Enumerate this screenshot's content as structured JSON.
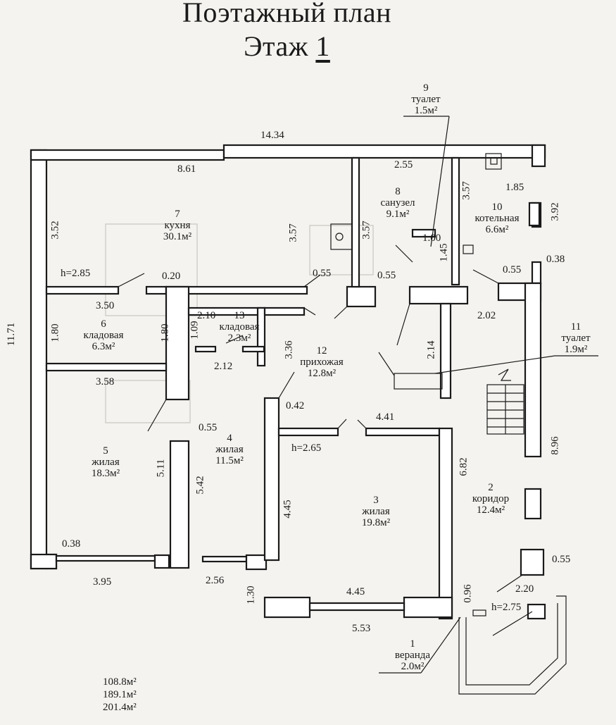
{
  "title": {
    "line1": "Поэтажный план",
    "floor_word": "Этаж",
    "floor_number": "1"
  },
  "rooms": [
    {
      "id": "room-1",
      "number": "1",
      "name": "веранда",
      "area": "2.0м²"
    },
    {
      "id": "room-2",
      "number": "2",
      "name": "коридор",
      "area": "12.4м²"
    },
    {
      "id": "room-3",
      "number": "3",
      "name": "жилая",
      "area": "19.8м²"
    },
    {
      "id": "room-4",
      "number": "4",
      "name": "жилая",
      "area": "11.5м²"
    },
    {
      "id": "room-5",
      "number": "5",
      "name": "жилая",
      "area": "18.3м²"
    },
    {
      "id": "room-6",
      "number": "6",
      "name": "кладовая",
      "area": "6.3м²"
    },
    {
      "id": "room-7",
      "number": "7",
      "name": "кухня",
      "area": "30.1м²"
    },
    {
      "id": "room-8",
      "number": "8",
      "name": "санузел",
      "area": "9.1м²"
    },
    {
      "id": "room-9",
      "number": "9",
      "name": "туалет",
      "area": "1.5м²"
    },
    {
      "id": "room-10",
      "number": "10",
      "name": "котельная",
      "area": "6.6м²"
    },
    {
      "id": "room-11",
      "number": "11",
      "name": "туалет",
      "area": "1.9м²"
    },
    {
      "id": "room-12",
      "number": "12",
      "name": "прихожая",
      "area": "12.8м²"
    },
    {
      "id": "room-13",
      "number": "13",
      "name": "кладовая",
      "area": "2.3м²"
    }
  ],
  "dimensions": [
    "14.34",
    "8.61",
    "2.55",
    "1.85",
    "3.52",
    "3.57",
    "3.57",
    "3.57",
    "3.92",
    "1.00",
    "1.45",
    "0.55",
    "0.55",
    "0.55",
    "0.38",
    "h=2.85",
    "0.20",
    "3.50",
    "2.10",
    "1.09",
    "1.80",
    "1.80",
    "11.71",
    "2.12",
    "3.36",
    "2.02",
    "2.14",
    "3.58",
    "0.42",
    "4.41",
    "0.55",
    "h=2.65",
    "5.11",
    "5.42",
    "4.45",
    "6.82",
    "8.96",
    "0.38",
    "3.95",
    "2.56",
    "1.30",
    "4.45",
    "0.96",
    "0.55",
    "2.20",
    "h=2.75",
    "5.53"
  ],
  "totals": [
    "108.8м²",
    "189.1м²",
    "201.4м²"
  ]
}
